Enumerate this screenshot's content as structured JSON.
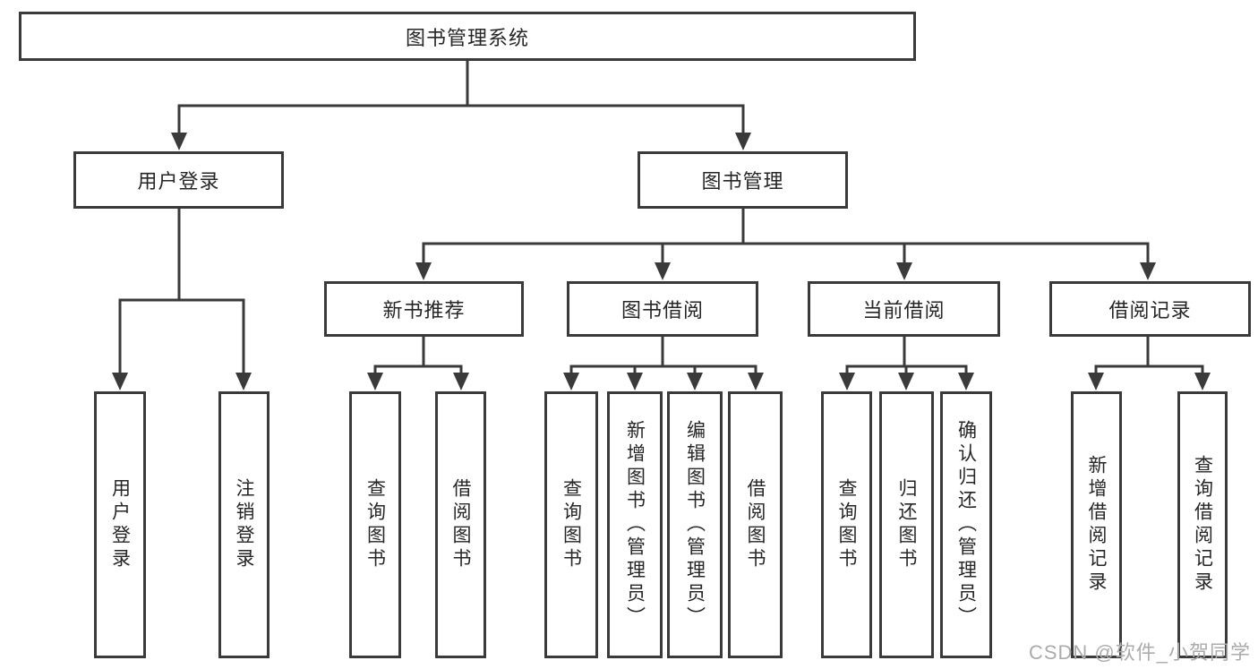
{
  "diagram": {
    "title": "图书管理系统",
    "level2": {
      "user_login": "用户登录",
      "book_mgmt": "图书管理"
    },
    "level3": {
      "new_books": "新书推荐",
      "book_borrow": "图书借阅",
      "current_borrow": "当前借阅",
      "borrow_records": "借阅记录"
    },
    "leaves": {
      "user": [
        "用户登录",
        "注销登录"
      ],
      "recommend": [
        "查询图书",
        "借阅图书"
      ],
      "borrow": [
        "查询图书",
        "新增图书（管理员）",
        "编辑图书（管理员）",
        "借阅图书"
      ],
      "current": [
        "查询图书",
        "归还图书",
        "确认归还（管理员）"
      ],
      "records": [
        "新增借阅记录",
        "查询借阅记录"
      ]
    },
    "watermark": "CSDN @软件_小贺同学",
    "colors": {
      "line": "#3a3a3a",
      "text": "#262626",
      "background": "#ffffff",
      "watermark": "#ababab"
    }
  }
}
